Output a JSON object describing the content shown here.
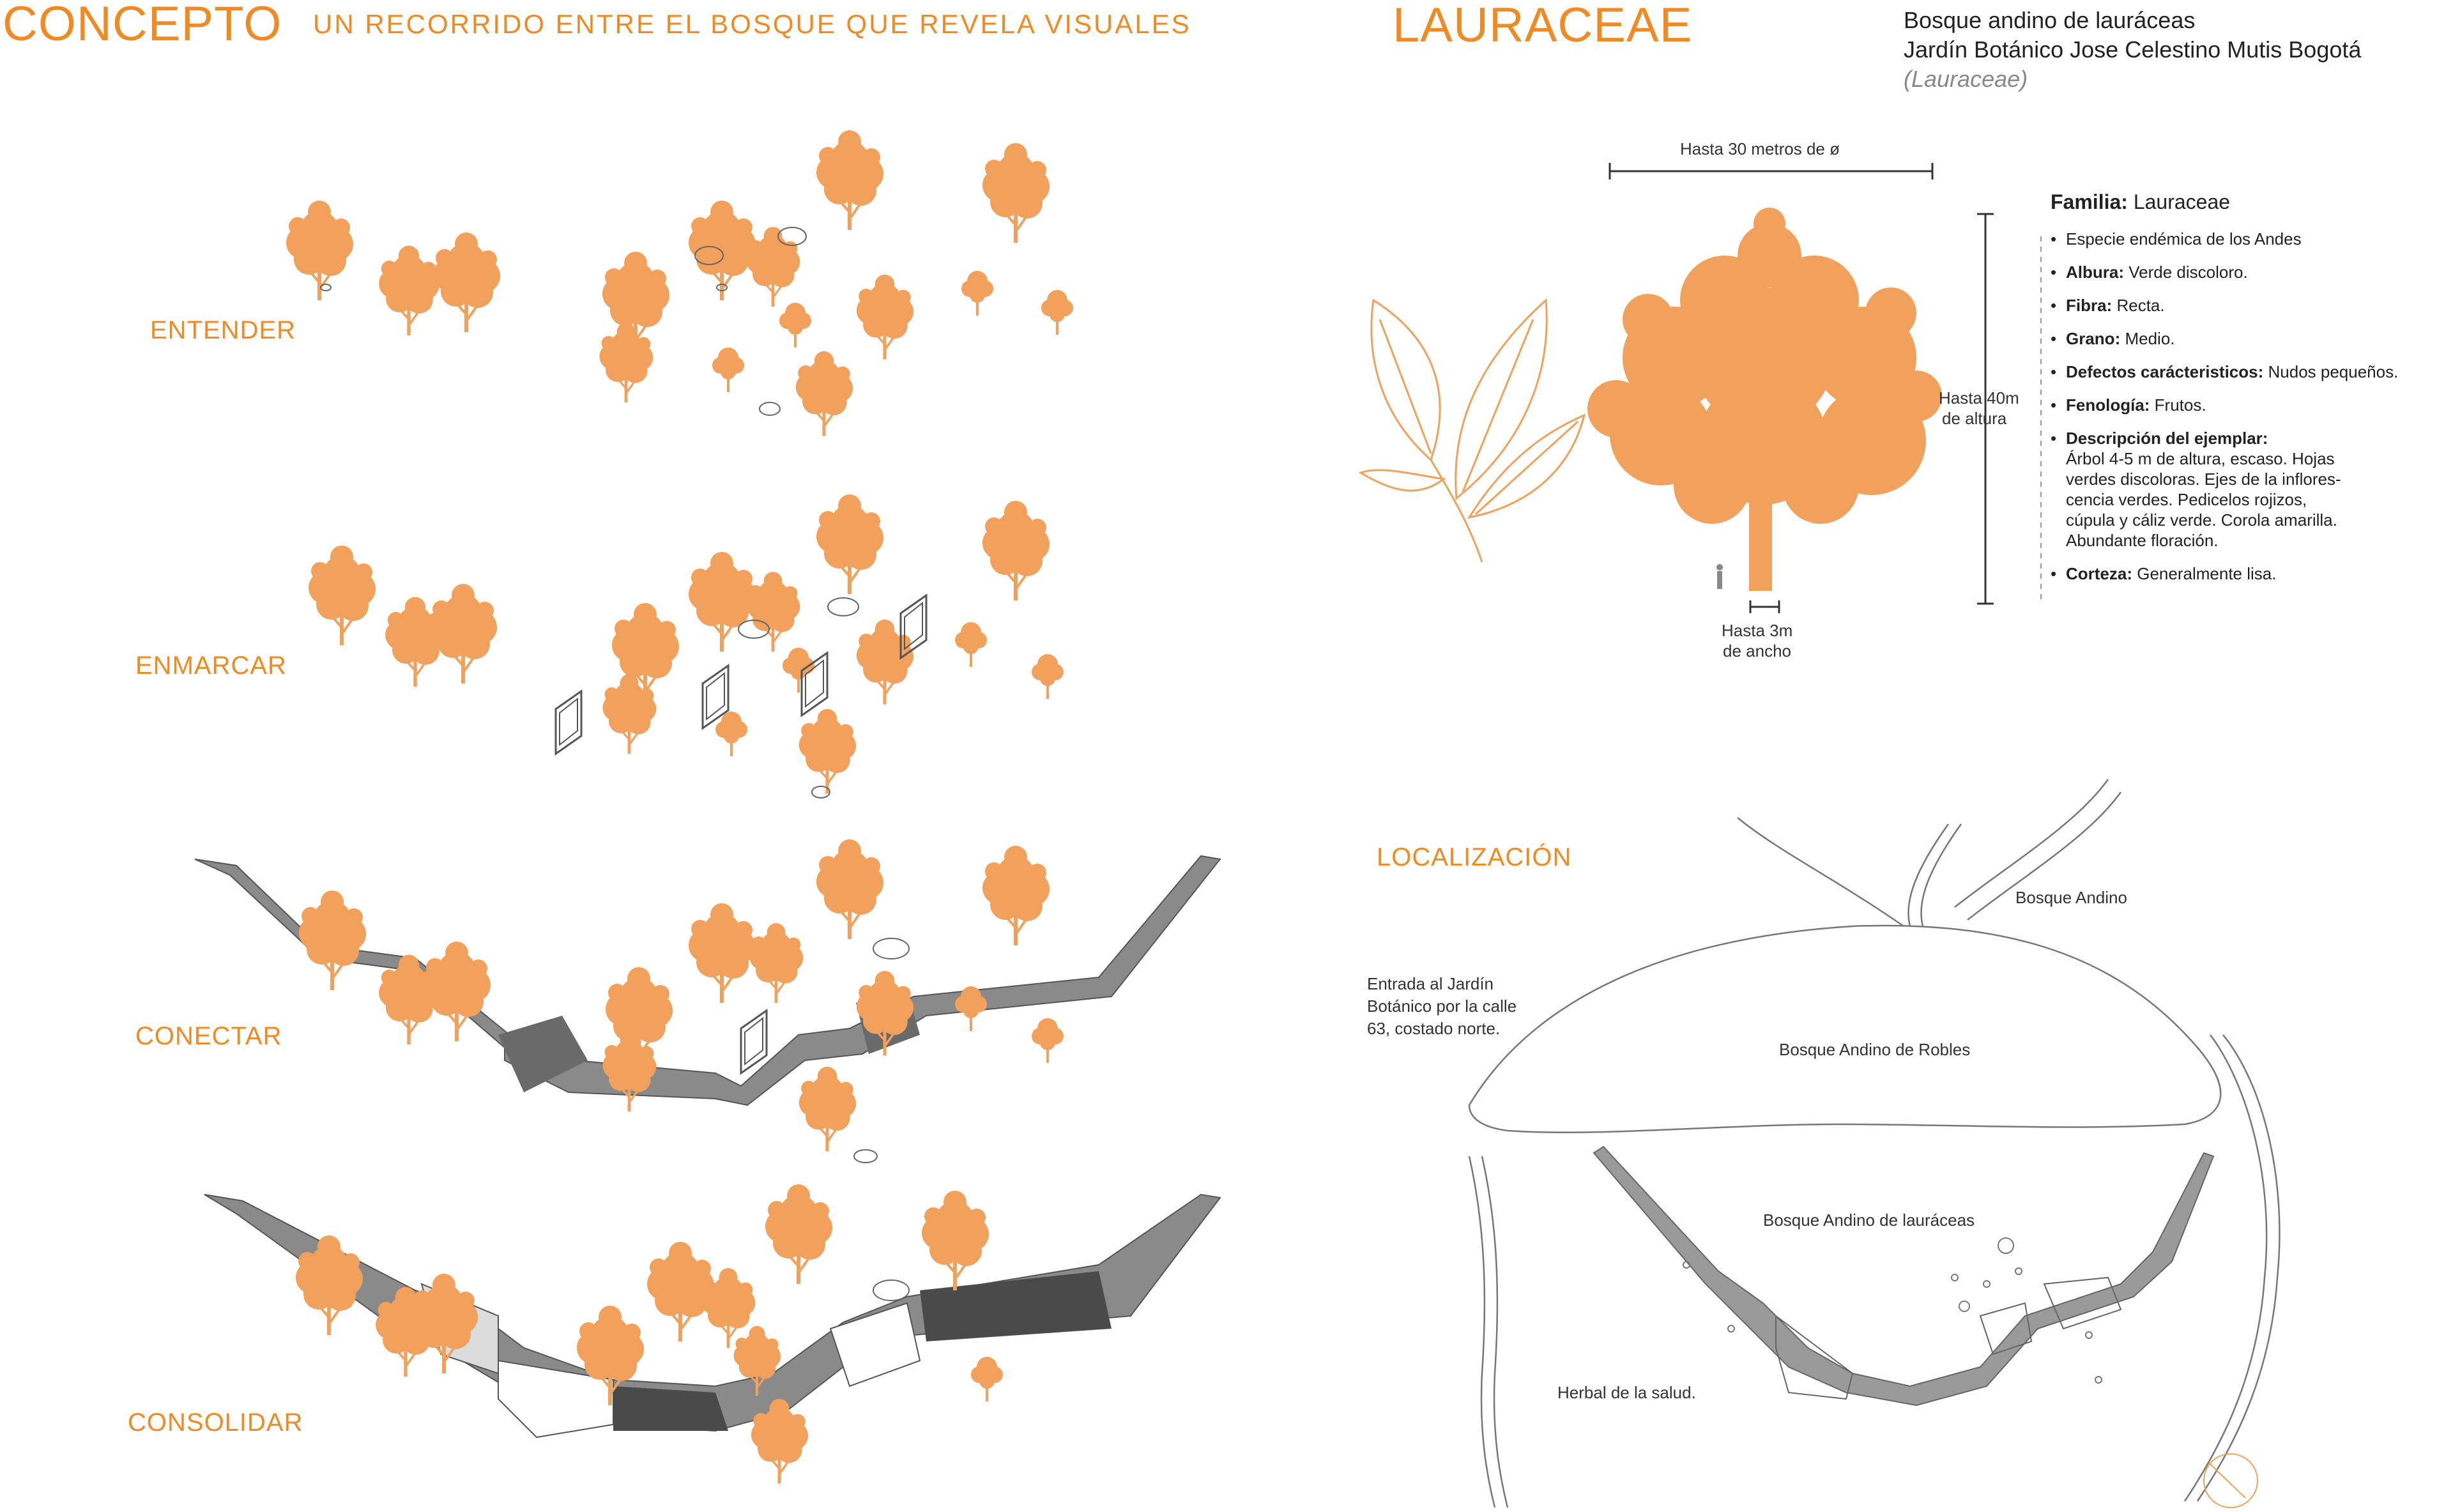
{
  "left": {
    "title": "CONCEPTO",
    "subtitle": "UN RECORRIDO ENTRE EL BOSQUE QUE REVELA VISUALES",
    "stages": [
      "ENTENDER",
      "ENMARCAR",
      "CONECTAR",
      "CONSOLIDAR"
    ]
  },
  "right": {
    "title": "LAURACEAE",
    "meta_line1": "Bosque andino de lauráceas",
    "meta_line2": "Jardín Botánico Jose Celestino Mutis Bogotá",
    "meta_line3": "(Lauraceae)",
    "dim_width": "Hasta 30 metros de ø",
    "dim_height_1": "Hasta 40m",
    "dim_height_2": "de altura",
    "dim_trunk_1": "Hasta 3m",
    "dim_trunk_2": "de ancho",
    "family_label": "Familia:",
    "family_value": "Lauraceae",
    "endemic": "Especie endémica de los Andes",
    "albura_label": "Albura:",
    "albura_value": "Verde discoloro.",
    "fibra_label": "Fibra:",
    "fibra_value": "Recta.",
    "grano_label": "Grano:",
    "grano_value": "Medio.",
    "defectos_label": "Defectos carácteristicos:",
    "defectos_value": "Nudos pequeños.",
    "fenologia_label": "Fenología:",
    "fenologia_value": "Frutos.",
    "descripcion_label": "Descripción del ejemplar:",
    "descripcion_lines": [
      "Árbol 4-5 m de altura, escaso. Hojas",
      "verdes discoloras. Ejes de la inflores-",
      "cencia verdes. Pedicelos rojizos,",
      "cúpula y cáliz verde. Corola amarilla.",
      "Abundante floración."
    ],
    "corteza_label": "Corteza:",
    "corteza_value": "Generalmente lisa."
  },
  "map": {
    "title": "LOCALIZACIÓN",
    "bosque_andino": "Bosque Andino",
    "entrada_lines": [
      "Entrada al Jardín",
      "Botánico por la calle",
      "63, costado norte."
    ],
    "robles": "Bosque Andino de Robles",
    "lauraceas": "Bosque Andino  de lauráceas",
    "herbal": "Herbal de la salud."
  },
  "colors": {
    "accent": "#f08a24",
    "tree": "#f2a15c",
    "path": "#7a7a7a"
  }
}
